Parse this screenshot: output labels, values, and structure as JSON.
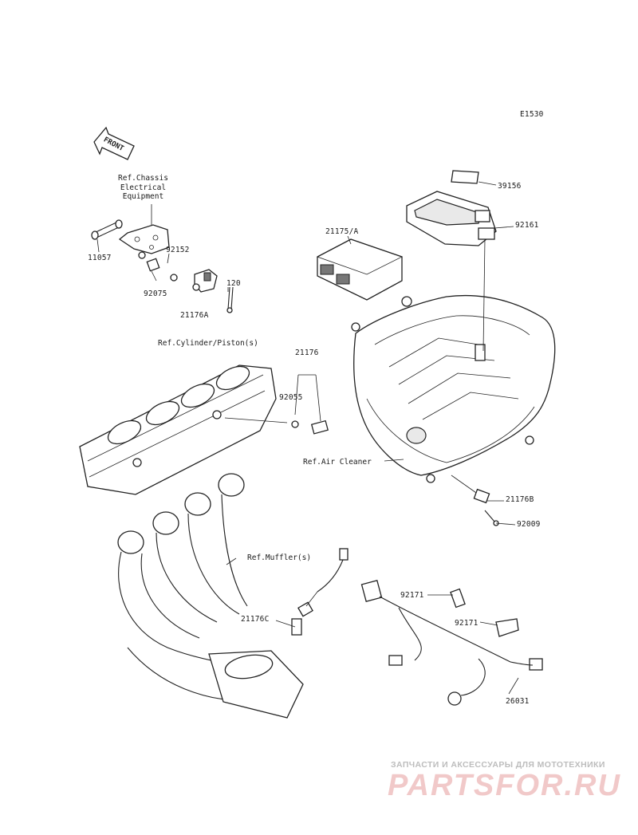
{
  "diagram_code": "E1530",
  "front_label": "FRONT",
  "references": {
    "chassis": "Ref.Chassis\nElectrical\nEquipment",
    "cylinder": "Ref.Cylinder/Piston(s)",
    "air_cleaner": "Ref.Air Cleaner",
    "muffler": "Ref.Muffler(s)"
  },
  "parts": {
    "p39156": "39156",
    "p92161": "92161",
    "p21175A": "21175/A",
    "p11057": "11057",
    "p92152": "92152",
    "p92075": "92075",
    "p120": "120",
    "p21176A": "21176A",
    "p21176": "21176",
    "p92055": "92055",
    "p21176B": "21176B",
    "p92009": "92009",
    "p21176C": "21176C",
    "p92171a": "92171",
    "p92171b": "92171",
    "p26031": "26031"
  },
  "watermark": {
    "tagline": "ЗАПЧАСТИ И АКСЕССУАРЫ ДЛЯ МОТОТЕХНИКИ",
    "brand": "PARTSFOR.RU"
  }
}
